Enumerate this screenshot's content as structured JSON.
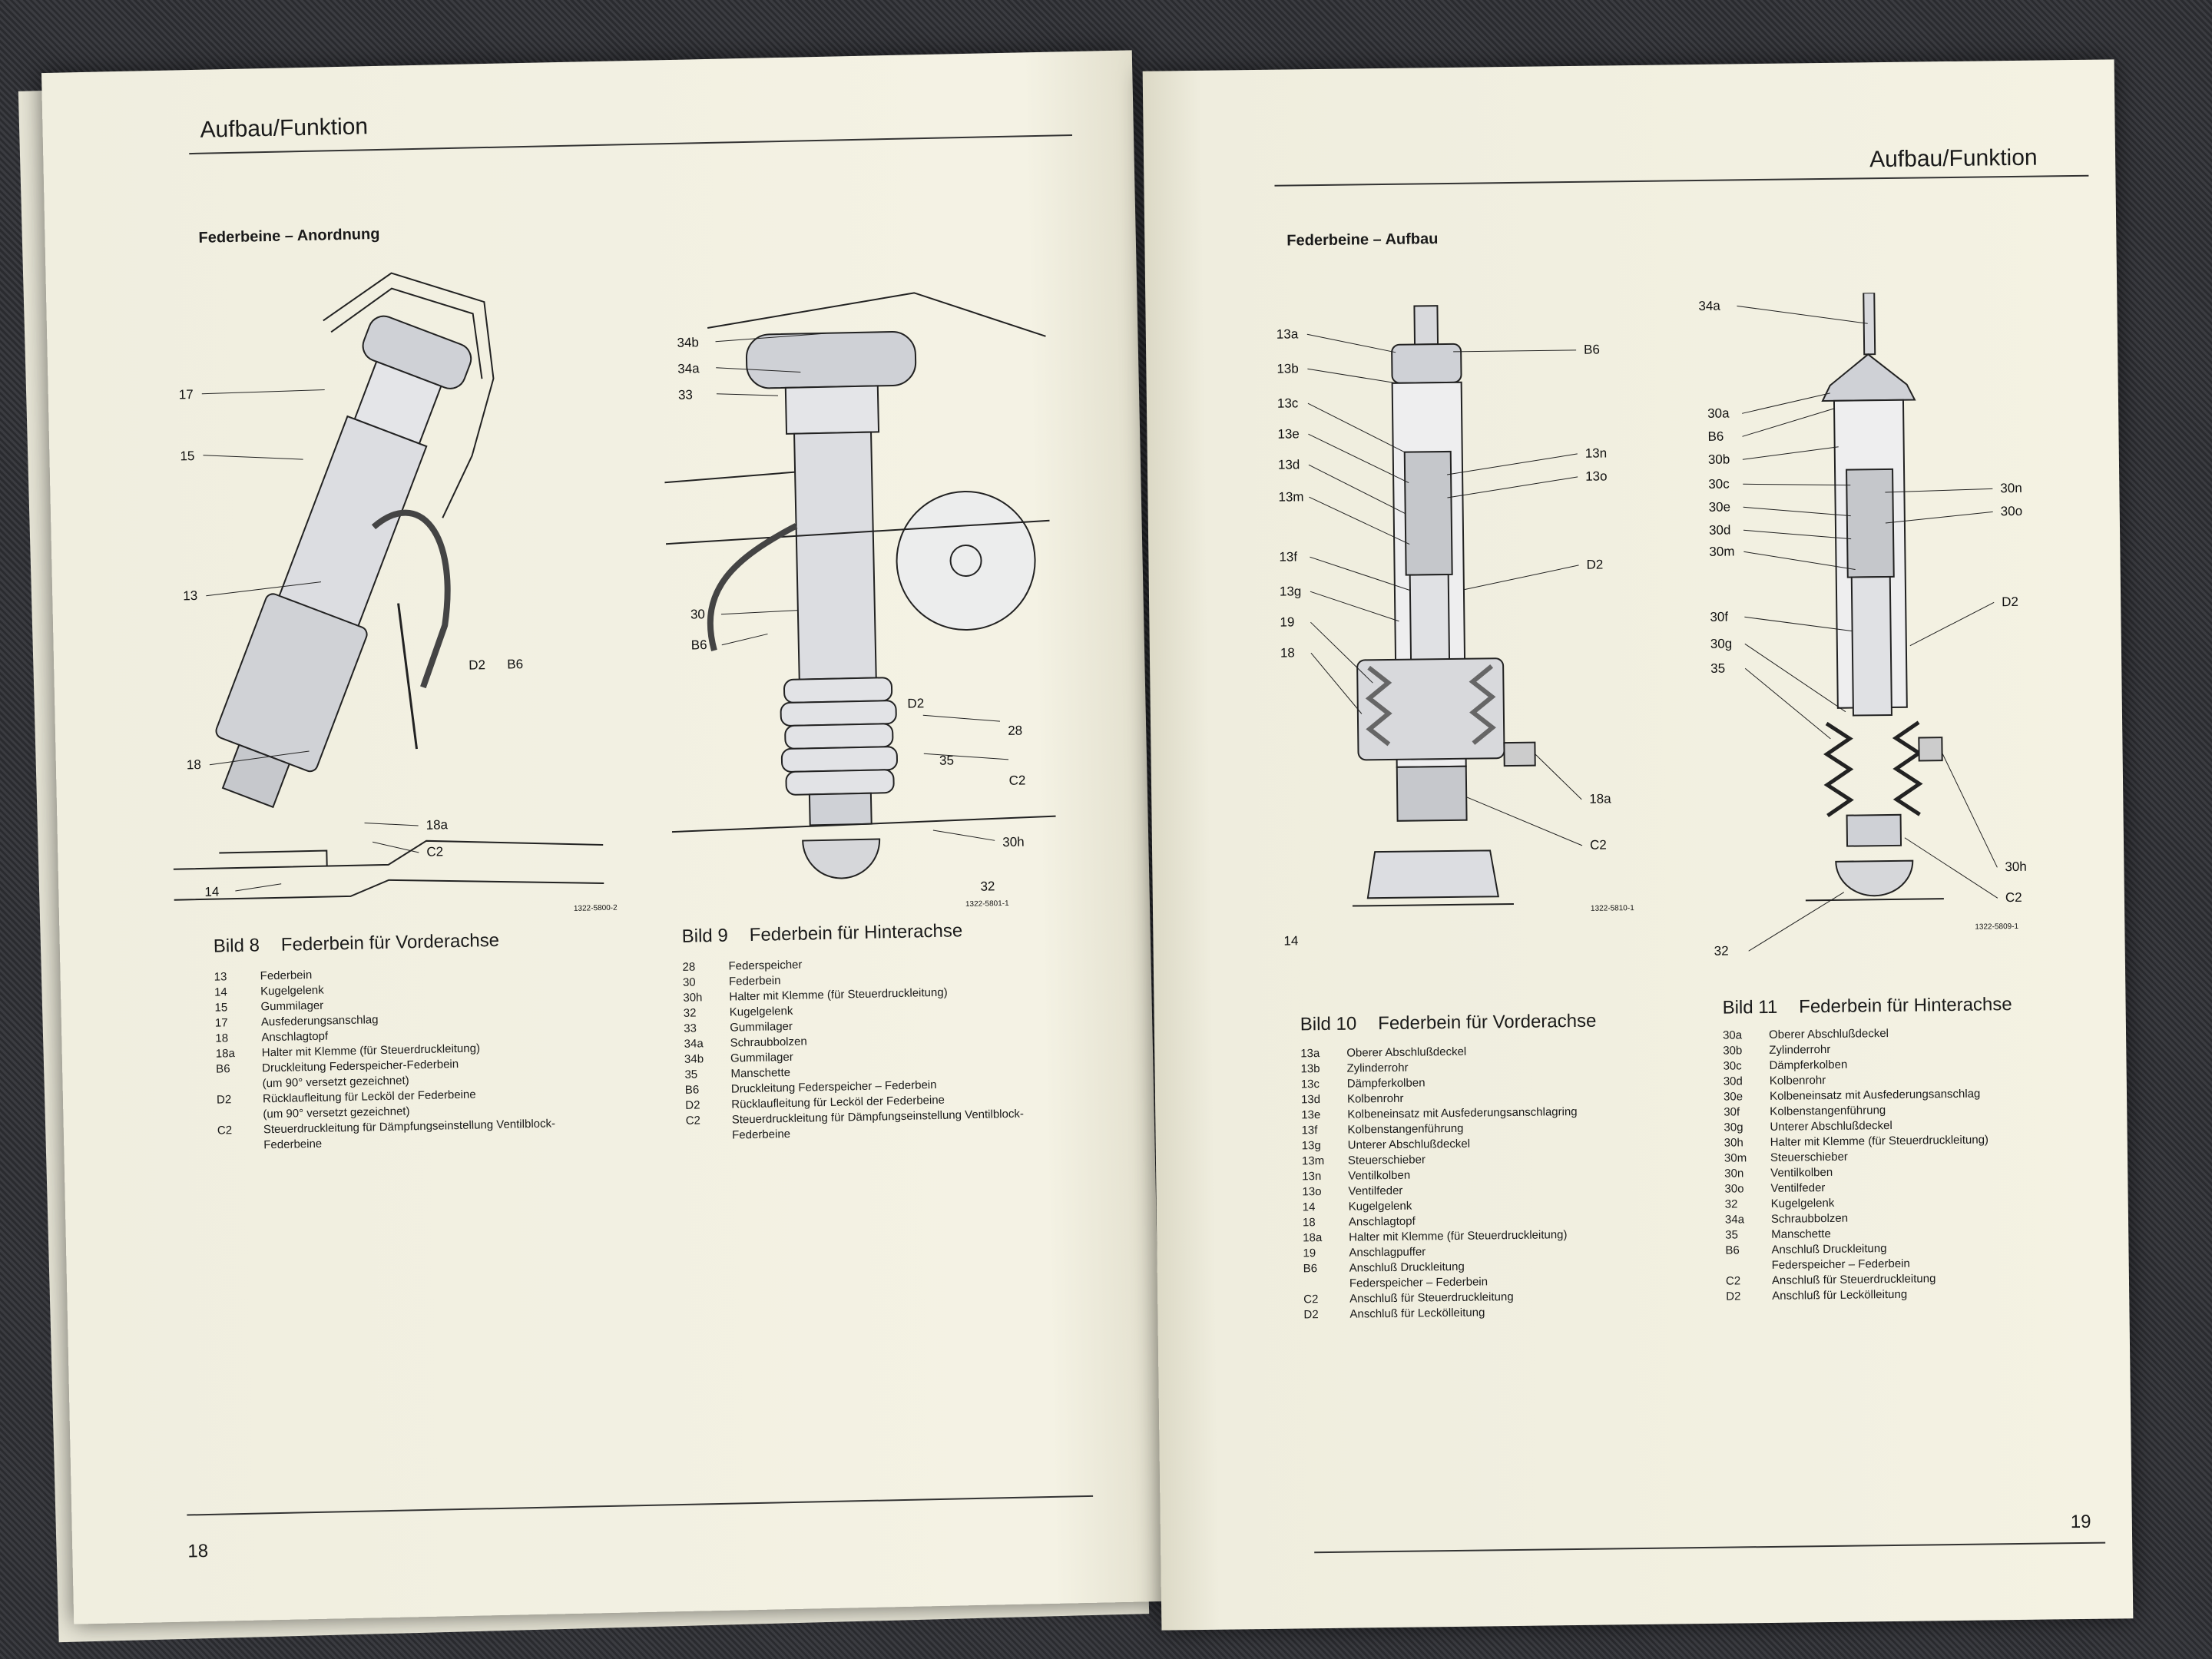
{
  "left_page": {
    "header": "Aufbau/Funktion",
    "section_title": "Federbeine – Anordnung",
    "page_number": "18",
    "fig8": {
      "caption_num": "Bild 8",
      "caption_text": "Federbein für Vorderachse",
      "labels": [
        "17",
        "15",
        "13",
        "D2",
        "B6",
        "18",
        "18a",
        "C2",
        "14"
      ],
      "code": "1322-5800-2",
      "legend": [
        {
          "k": "13",
          "v": "Federbein"
        },
        {
          "k": "14",
          "v": "Kugelgelenk"
        },
        {
          "k": "15",
          "v": "Gummilager"
        },
        {
          "k": "17",
          "v": "Ausfederungsanschlag"
        },
        {
          "k": "18",
          "v": "Anschlagtopf"
        },
        {
          "k": "18a",
          "v": "Halter mit Klemme (für Steuerdruckleitung)"
        },
        {
          "k": "B6",
          "v": "Druckleitung Federspeicher-Federbein"
        },
        {
          "k": "",
          "v": "(um 90° versetzt gezeichnet)"
        },
        {
          "k": "D2",
          "v": "Rücklaufleitung für Lecköl der Federbeine"
        },
        {
          "k": "",
          "v": "(um 90° versetzt gezeichnet)"
        },
        {
          "k": "C2",
          "v": "Steuerdruckleitung für Dämpfungseinstellung Ventilblock-"
        },
        {
          "k": "",
          "v": "Federbeine"
        }
      ]
    },
    "fig9": {
      "caption_num": "Bild 9",
      "caption_text": "Federbein für Hinterachse",
      "labels": [
        "34b",
        "34a",
        "33",
        "30",
        "B6",
        "28",
        "D2",
        "35",
        "C2",
        "30h",
        "32"
      ],
      "code": "1322-5801-1",
      "legend": [
        {
          "k": "28",
          "v": "Federspeicher"
        },
        {
          "k": "30",
          "v": "Federbein"
        },
        {
          "k": "30h",
          "v": "Halter mit Klemme (für Steuerdruckleitung)"
        },
        {
          "k": "32",
          "v": "Kugelgelenk"
        },
        {
          "k": "33",
          "v": "Gummilager"
        },
        {
          "k": "34a",
          "v": "Schraubbolzen"
        },
        {
          "k": "34b",
          "v": "Gummilager"
        },
        {
          "k": "35",
          "v": "Manschette"
        },
        {
          "k": "B6",
          "v": "Druckleitung Federspeicher – Federbein"
        },
        {
          "k": "D2",
          "v": "Rücklaufleitung für Lecköl der Federbeine"
        },
        {
          "k": "C2",
          "v": "Steuerdruckleitung für Dämpfungseinstellung Ventilblock-"
        },
        {
          "k": "",
          "v": "Federbeine"
        }
      ]
    }
  },
  "right_page": {
    "header": "Aufbau/Funktion",
    "section_title": "Federbeine – Aufbau",
    "page_number": "19",
    "fig10": {
      "caption_num": "Bild 10",
      "caption_text": "Federbein für Vorderachse",
      "labels_left": [
        "13a",
        "13b",
        "13c",
        "13e",
        "13d",
        "13m",
        "13f",
        "13g",
        "19",
        "18",
        "14"
      ],
      "labels_right": [
        "B6",
        "13n",
        "13o",
        "D2",
        "18a",
        "C2"
      ],
      "code": "1322-5810-1",
      "legend": [
        {
          "k": "13a",
          "v": "Oberer Abschlußdeckel"
        },
        {
          "k": "13b",
          "v": "Zylinderrohr"
        },
        {
          "k": "13c",
          "v": "Dämpferkolben"
        },
        {
          "k": "13d",
          "v": "Kolbenrohr"
        },
        {
          "k": "13e",
          "v": "Kolbeneinsatz mit Ausfederungsanschlagring"
        },
        {
          "k": "13f",
          "v": "Kolbenstangenführung"
        },
        {
          "k": "13g",
          "v": "Unterer Abschlußdeckel"
        },
        {
          "k": "13m",
          "v": "Steuerschieber"
        },
        {
          "k": "13n",
          "v": "Ventilkolben"
        },
        {
          "k": "13o",
          "v": "Ventilfeder"
        },
        {
          "k": "14",
          "v": "Kugelgelenk"
        },
        {
          "k": "18",
          "v": "Anschlagtopf"
        },
        {
          "k": "18a",
          "v": "Halter mit Klemme (für Steuerdruckleitung)"
        },
        {
          "k": "19",
          "v": "Anschlagpuffer"
        },
        {
          "k": "B6",
          "v": "Anschluß Druckleitung"
        },
        {
          "k": "",
          "v": "Federspeicher – Federbein"
        },
        {
          "k": "C2",
          "v": "Anschluß für Steuerdruckleitung"
        },
        {
          "k": "D2",
          "v": "Anschluß für Leckölleitung"
        }
      ]
    },
    "fig11": {
      "caption_num": "Bild 11",
      "caption_text": "Federbein für Hinterachse",
      "labels_left": [
        "34a",
        "30a",
        "B6",
        "30b",
        "30c",
        "30e",
        "30d",
        "30m",
        "30f",
        "30g",
        "35",
        "32"
      ],
      "labels_right": [
        "30n",
        "30o",
        "D2",
        "30h",
        "C2"
      ],
      "code": "1322-5809-1",
      "legend": [
        {
          "k": "30a",
          "v": "Oberer Abschlußdeckel"
        },
        {
          "k": "30b",
          "v": "Zylinderrohr"
        },
        {
          "k": "30c",
          "v": "Dämpferkolben"
        },
        {
          "k": "30d",
          "v": "Kolbenrohr"
        },
        {
          "k": "30e",
          "v": "Kolbeneinsatz mit Ausfederungsanschlag"
        },
        {
          "k": "30f",
          "v": "Kolbenstangenführung"
        },
        {
          "k": "30g",
          "v": "Unterer Abschlußdeckel"
        },
        {
          "k": "30h",
          "v": "Halter mit Klemme (für Steuerdruckleitung)"
        },
        {
          "k": "30m",
          "v": "Steuerschieber"
        },
        {
          "k": "30n",
          "v": "Ventilkolben"
        },
        {
          "k": "30o",
          "v": "Ventilfeder"
        },
        {
          "k": "32",
          "v": "Kugelgelenk"
        },
        {
          "k": "34a",
          "v": "Schraubbolzen"
        },
        {
          "k": "35",
          "v": "Manschette"
        },
        {
          "k": "B6",
          "v": "Anschluß Druckleitung"
        },
        {
          "k": "",
          "v": "Federspeicher – Federbein"
        },
        {
          "k": "C2",
          "v": "Anschluß für Steuerdruckleitung"
        },
        {
          "k": "D2",
          "v": "Anschluß für Leckölleitung"
        }
      ]
    }
  }
}
